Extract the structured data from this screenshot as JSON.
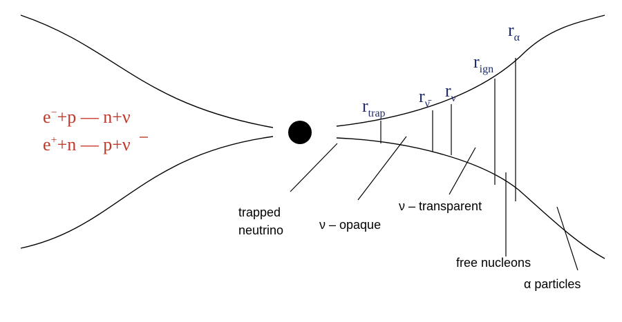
{
  "colors": {
    "reaction": "#c0392b",
    "radius_label": "#1f2a6b",
    "ink": "#000000"
  },
  "reactions": {
    "line1": {
      "lhs": "e",
      "sup": "−",
      "mid": "+p — n+ν",
      "nu_bar": false
    },
    "line2": {
      "lhs": "e",
      "sup": "+",
      "mid": "+n — p+",
      "nu": "ν",
      "nu_bar": true
    }
  },
  "radii": [
    {
      "base": "r",
      "sub": "trap"
    },
    {
      "base": "r",
      "sub": "ν̄"
    },
    {
      "base": "r",
      "sub": "ν"
    },
    {
      "base": "r",
      "sub": "ign"
    },
    {
      "base": "r",
      "sub": "α"
    }
  ],
  "labels": {
    "trapped_line1": "trapped",
    "trapped_line2": "neutrino",
    "opaque": "ν – opaque",
    "transparent": "ν – transparent",
    "free_nucleons": "free nucleons",
    "alpha_particles": "α particles"
  }
}
